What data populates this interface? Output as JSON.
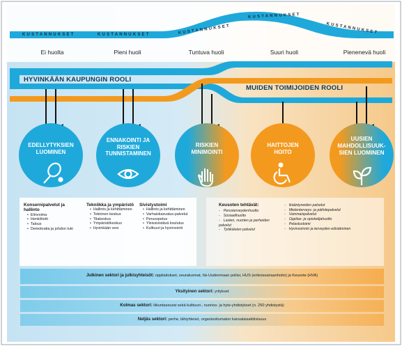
{
  "costs": {
    "label": "KUSTANNUKSET"
  },
  "levels": [
    "Ei huolta",
    "Pieni huoli",
    "Tuntuva huoli",
    "Suuri huoli",
    "Pienenevä huoli"
  ],
  "roles": {
    "city": "HYVINKÄÄN KAUPUNGIN ROOLI",
    "others": "MUIDEN TOIMIJOIDEN ROOLI"
  },
  "circles": [
    {
      "title": "EDELLYTYKSIEN LUOMINEN",
      "icon": "tennis-racket-icon"
    },
    {
      "title": "ENNAKOINTI JA RISKIEN TUNNISTAMINEN",
      "icon": "eye-icon"
    },
    {
      "title": "RISKIEN MINIMOINTI",
      "icon": "hand-icon"
    },
    {
      "title": "HAITTOJEN HOITO",
      "icon": "wheelchair-icon"
    },
    {
      "title": "UUSIEN MAHDOLLISUUK- SIEN LUOMINEN",
      "icon": "sprout-icon"
    }
  ],
  "columns": [
    {
      "heading": "Konsernipalvelut ja hallinto",
      "items": [
        "Elinvoima",
        "Henkilöstö",
        "Talous",
        "Demokratia ja johdon tuki"
      ]
    },
    {
      "heading": "Tekniikka ja ympäristö",
      "items": [
        "Hallinto ja kehittäminen",
        "Tekninen keskus",
        "Tilakeskus",
        "Ympäristökeskus",
        "Hyvinkään vesi"
      ]
    },
    {
      "heading": "Sivistystoimi",
      "items": [
        "Hallinto ja kehittäminen",
        "Varhaiskasvatus-palvelut",
        "Perusopetus",
        "Yleissivistävä koulutus",
        "Kulttuuri ja hyvinvointi"
      ]
    }
  ],
  "keusote": {
    "heading": "Keusoten tehtävät:",
    "left": [
      "Perusterveydenhuolto",
      "Sosiaalihuolto",
      "Lasten, nuorten ja perheiden palvelut",
      "Työikäisten palvelut"
    ],
    "right": [
      "Ikääntyneiden palvelut",
      "Mielenterveys- ja päihdepalvelut",
      "Vammaispalvelut",
      "Oppilas- ja opiskelijahuolto",
      "Pelastustoimi",
      "Hyvinvoinnin ja terveyden edistäminen"
    ]
  },
  "sectors": [
    {
      "name": "Julkinen sektori ja julkisyhteisöt:",
      "text": " oppilaitokset, seurakunnat, Itä-Uudenmaan poliisi, HUS (erikoissairaanhoito) ja Keusote (HVA)"
    },
    {
      "name": "Yksityinen sektori:",
      "text": " yritykset"
    },
    {
      "name": "Kolmas sektori:",
      "text": " liikuntaseurat sekä kulttuuri-, nuoriso- ja hyte-yhdistykset (n. 250 yhdistystä)"
    },
    {
      "name": "Neljäs sektori:",
      "text": " perhe, lähiyhteisö, organisoitumaton kansalaisaktiivisuus"
    }
  ],
  "colors": {
    "blue": "#1fa9db",
    "orange": "#f39a1e",
    "dark": "#1b2a3a"
  }
}
